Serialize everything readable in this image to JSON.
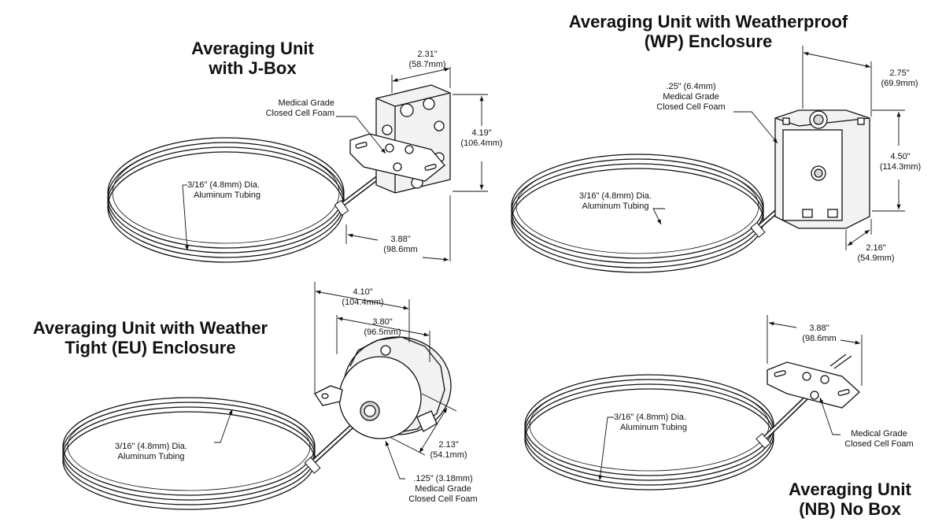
{
  "panels": {
    "jbox": {
      "title_line1": "Averaging Unit",
      "title_line2": "with J-Box",
      "foam": {
        "line1": "Medical Grade",
        "line2": "Closed Cell Foam"
      },
      "tubing": {
        "line1": "3/16\" (4.8mm) Dia.",
        "line2": "Aluminum Tubing"
      },
      "dim_width": {
        "in": "2.31\"",
        "mm": "(58.7mm)"
      },
      "dim_height": {
        "in": "4.19\"",
        "mm": "(106.4mm)"
      },
      "dim_length": {
        "in": "3.88\"",
        "mm": "(98.6mm"
      }
    },
    "wp": {
      "title_line1": "Averaging Unit with Weatherproof",
      "title_line2": "(WP) Enclosure",
      "foam": {
        "line1": ".25\" (6.4mm)",
        "line2": "Medical Grade",
        "line3": "Closed Cell Foam"
      },
      "tubing": {
        "line1": "3/16\" (4.8mm) Dia.",
        "line2": "Aluminum Tubing"
      },
      "dim_width": {
        "in": "2.75\"",
        "mm": "(69.9mm)"
      },
      "dim_height": {
        "in": "4.50\"",
        "mm": "(114.3mm)"
      },
      "dim_depth": {
        "in": "2.16\"",
        "mm": "(54.9mm)"
      }
    },
    "eu": {
      "title_line1": "Averaging Unit with Weather",
      "title_line2": "Tight (EU) Enclosure",
      "dim_outer": {
        "in": "4.10\"",
        "mm": "(104.4mm)"
      },
      "dim_inner": {
        "in": "3.80\"",
        "mm": "(96.5mm)"
      },
      "dim_depth": {
        "in": "2.13\"",
        "mm": "(54.1mm)"
      },
      "tubing": {
        "line1": "3/16\" (4.8mm) Dia.",
        "line2": "Aluminum Tubing"
      },
      "foam": {
        "line1": ".125\" (3.18mm)",
        "line2": "Medical Grade",
        "line3": "Closed Cell Foam"
      }
    },
    "nb": {
      "title_line1": "Averaging Unit",
      "title_line2": "(NB) No Box",
      "dim_length": {
        "in": "3.88\"",
        "mm": "(98.6mm"
      },
      "tubing": {
        "line1": "3/16\" (4.8mm) Dia.",
        "line2": "Aluminum Tubing"
      },
      "foam": {
        "line1": "Medical Grade",
        "line2": "Closed Cell Foam"
      }
    }
  },
  "colors": {
    "ink": "#111111",
    "background": "#ffffff",
    "fill_light": "#f2f2f2",
    "fill_mid": "#d8d8d8"
  }
}
